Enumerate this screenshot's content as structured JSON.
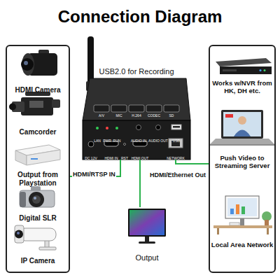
{
  "diagram": {
    "title": "Connection Diagram",
    "nodes": [
      {
        "text": [
          "HDMI Camera",
          "Camcorder",
          "Output from Playstation",
          "Digital SLR",
          "IP Camera"
        ]
      },
      {
        "text": [
          "USB2.0 for Recording"
        ]
      },
      {
        "text": [
          "Works w/NVR from HK, DH etc.",
          "Push Video to Streaming Server",
          "Local Area Network"
        ]
      },
      {
        "text": [
          "Output"
        ]
      }
    ],
    "edges": [
      {
        "from": 0,
        "to": 1,
        "label": "HDMI/RTSP IN",
        "arrow": "none"
      },
      {
        "from": 1,
        "to": 2,
        "label": "HDMI/Ethernet Out",
        "arrow": "none"
      },
      {
        "from": 1,
        "to": 3,
        "arrow": "none"
      }
    ],
    "labels": [
      "A/V",
      "MIC",
      "H.264",
      "CODEC",
      "SD",
      "LAN",
      "PWR",
      "RUN",
      "AUDIO IN",
      "AUDIO OUT",
      "USB",
      "DC 12V",
      "HDMI IN",
      "RST",
      "HDMI OUT",
      "NETWORK"
    ]
  }
}
